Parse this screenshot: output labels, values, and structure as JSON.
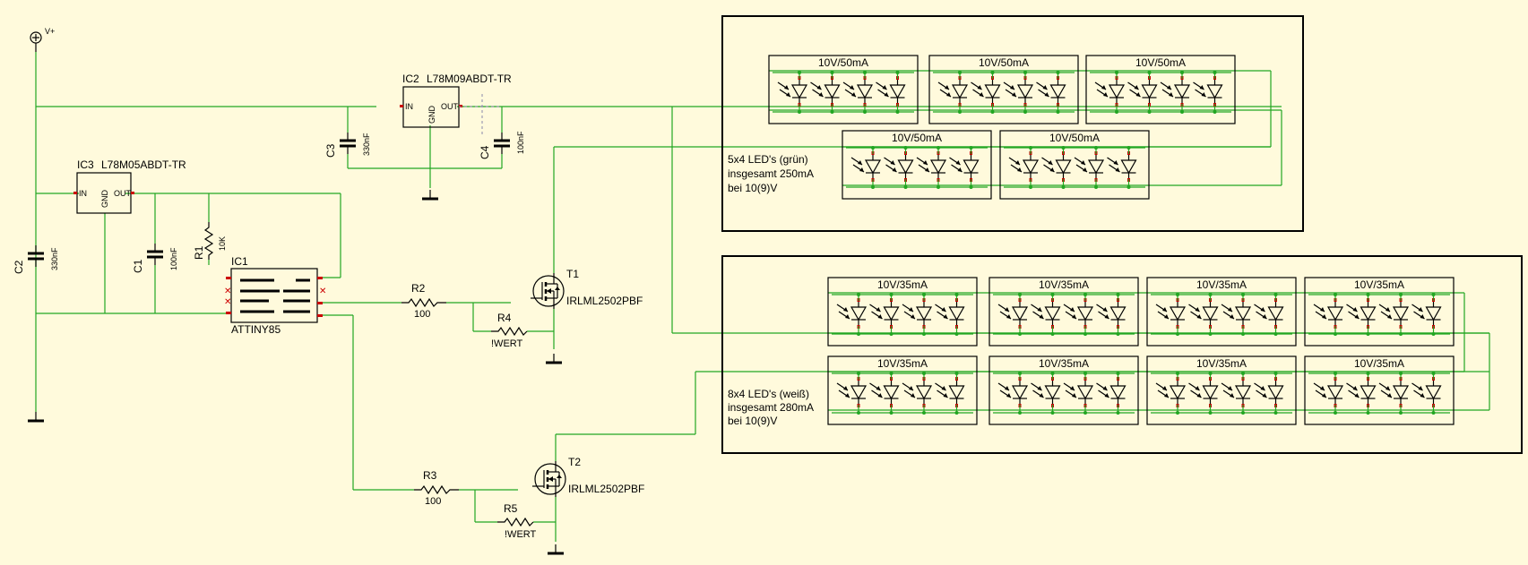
{
  "colors": {
    "background": "#fffadc",
    "wire": "#22a622",
    "part": "#000000",
    "pin": "#cc0000",
    "gate_x": "#cc0000"
  },
  "supply": {
    "label": "V+"
  },
  "parts": {
    "ic1": {
      "name": "IC1",
      "value": "ATTINY85"
    },
    "ic2": {
      "name": "IC2",
      "value": "L78M09ABDT-TR",
      "pin_in": "IN",
      "pin_out": "OUT",
      "pin_gnd": "GND"
    },
    "ic3": {
      "name": "IC3",
      "value": "L78M05ABDT-TR",
      "pin_in": "IN",
      "pin_out": "OUT",
      "pin_gnd": "GND"
    },
    "c1": {
      "name": "C1",
      "value": "100nF"
    },
    "c2": {
      "name": "C2",
      "value": "330nF"
    },
    "c3": {
      "name": "C3",
      "value": "330nF"
    },
    "c4": {
      "name": "C4",
      "value": "100nF"
    },
    "r1": {
      "name": "R1",
      "value": "10K"
    },
    "r2": {
      "name": "R2",
      "value": "100"
    },
    "r3": {
      "name": "R3",
      "value": "100"
    },
    "r4": {
      "name": "R4",
      "value": "!WERT"
    },
    "r5": {
      "name": "R5",
      "value": "!WERT"
    },
    "t1": {
      "name": "T1",
      "value": "IRLML2502PBF"
    },
    "t2": {
      "name": "T2",
      "value": "IRLML2502PBF"
    }
  },
  "led_groups": {
    "green": {
      "rating": "10V/50mA",
      "modules": 5,
      "leds_per_module": 4,
      "note_lines": [
        "5x4 LED's (grün)",
        "insgesamt 250mA",
        "bei 10(9)V"
      ]
    },
    "white": {
      "rating": "10V/35mA",
      "modules": 8,
      "leds_per_module": 4,
      "note_lines": [
        "8x4 LED's (weiß)",
        "insgesamt 280mA",
        "bei 10(9)V"
      ]
    }
  }
}
